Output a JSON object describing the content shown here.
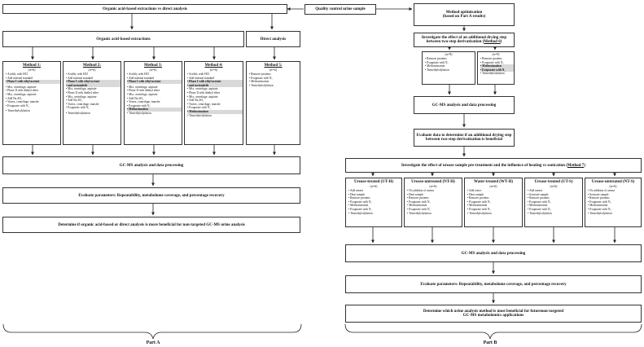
{
  "qc_sample": "Quality control urine sample",
  "part_a": {
    "top_title": "Organic acid-based extractions vs direct analysis",
    "extractions_title": "Organic acid-based extractions",
    "direct_title": "Direct analysis",
    "methods": [
      {
        "label": "Method 1:",
        "n": "(n=6)",
        "steps": [
          {
            "text": "Acidify with HCl"
          },
          {
            "text": "Add internal standard"
          },
          {
            "text": "Phase I with ethyl acetate",
            "hl": true
          },
          {
            "text": "Mix, centrifuge, aspirate",
            "gap": true
          },
          {
            "text": "Phase II with diethyl ether"
          },
          {
            "text": "Mix, centrifuge, aspirate"
          },
          {
            "text": "Add Na₂SO₄"
          },
          {
            "text": "Vortex, centrifuge, transfer"
          },
          {
            "text": "Evaporate with N₂"
          },
          {
            "text": "Trimethylsilylation",
            "gap": true
          }
        ]
      },
      {
        "label": "Method 2:",
        "n": "(n=6)",
        "steps": [
          {
            "text": "Acidify with HCl"
          },
          {
            "text": "Add internal standard"
          },
          {
            "text": "Phase I with ethyl acetate",
            "hl": true
          },
          {
            "text": "and acetonitrile",
            "hl": true
          },
          {
            "text": "Mix, centrifuge, aspirate"
          },
          {
            "text": "Phase II with diethyl ether"
          },
          {
            "text": "Mix, centrifuge, aspirate"
          },
          {
            "text": "Add Na₂SO₄"
          },
          {
            "text": "Vortex, centrifuge, transfer"
          },
          {
            "text": "Evaporate with N₂"
          },
          {
            "text": "Trimethylsilylation",
            "gap": true
          }
        ]
      },
      {
        "label": "Method 3:",
        "n": "(n=6)",
        "steps": [
          {
            "text": "Acidify with HCl"
          },
          {
            "text": "Add internal standard"
          },
          {
            "text": "Phase I with ethyl acetate",
            "hl": true
          },
          {
            "text": "Mix, centrifuge, aspirate",
            "gap": true
          },
          {
            "text": "Phase II with diethyl ether"
          },
          {
            "text": "Mix, centrifuge, aspirate"
          },
          {
            "text": "Add Na₂SO₄"
          },
          {
            "text": "Vortex, centrifuge, transfer"
          },
          {
            "text": "Evaporate with N₂"
          },
          {
            "text": "Methoximation",
            "hl": true
          },
          {
            "text": "Trimethylsilylation"
          }
        ]
      },
      {
        "label": "Method 4:",
        "n": "(n=6)",
        "steps": [
          {
            "text": "Acidify with HCl"
          },
          {
            "text": "Add internal standard"
          },
          {
            "text": "Phase I with ethyl acetate",
            "hl": true
          },
          {
            "text": "and acetonitrile",
            "hl": true
          },
          {
            "text": "Mix, centrifuge, aspirate"
          },
          {
            "text": "Phase II with diethyl ether"
          },
          {
            "text": "Mix, centrifuge, aspirate"
          },
          {
            "text": "Add Na₂SO₄"
          },
          {
            "text": "Vortex, centrifuge, transfer"
          },
          {
            "text": "Evaporate with N₂"
          },
          {
            "text": "Methoximation",
            "hl": true
          },
          {
            "text": "Trimethylsilylation"
          }
        ]
      },
      {
        "label": "Method 5:",
        "n": "(n=6)",
        "steps": [
          {
            "text": "Remove proteins"
          },
          {
            "text": "Evaporate with N₂"
          },
          {
            "text": "Methoximation"
          },
          {
            "text": "Trimethylsilylation"
          }
        ]
      }
    ],
    "gcms": "GC-MS analysis and data processing",
    "evaluate": "Evaluate parameters: Repeatability, metabolome coverage, and percentage recovery",
    "determine": "Determine if organic acid-based or direct analysis is more beneficial for non-targeted GC-MS urine analysis",
    "label": "Part A"
  },
  "part_b": {
    "optimisation_line1": "Method optimisation",
    "optimisation_line2": "(based on Part A results)",
    "drying_text": "Investigate the effect of an additional drying step between two-step derivatization (",
    "drying_method": "Method 6",
    "close_paren": ")",
    "drying_groups": [
      {
        "n": "(n=9)",
        "steps": [
          {
            "text": "Remove proteins"
          },
          {
            "text": "Evaporate with N₂"
          },
          {
            "text": "Methoximation"
          },
          {
            "text": "Trimethylsilylation"
          }
        ]
      },
      {
        "n": "(n=9)",
        "steps": [
          {
            "text": "Remove proteins"
          },
          {
            "text": "Evaporate with N₂"
          },
          {
            "text": "Methoximation",
            "hl": true
          },
          {
            "text": "Evaporate with N₂",
            "hl": true
          },
          {
            "text": "Trimethylsilylation"
          }
        ]
      }
    ],
    "gcms_1": "GC-MS analysis and data processing",
    "evaluate_drying": "Evaluate data to determine if an additional drying step between two-step derivatization is beneficial",
    "urease_text": "Investigate the effect of urease sample pre-treatment and the influence of heating vs sonication (",
    "urease_method": "Method 7",
    "urease_groups": [
      {
        "label": "Urease-treated (UT-H)",
        "n": "(n=6)",
        "steps": [
          {
            "text": "Add urease"
          },
          {
            "text": "Heat sample"
          },
          {
            "text": "Remove proteins"
          },
          {
            "text": "Evaporate with N₂"
          },
          {
            "text": "Methoximation"
          },
          {
            "text": "Evaporate with N₂"
          },
          {
            "text": "Trimethylsilylation"
          }
        ]
      },
      {
        "label": "Urease-untreated (NT-H)",
        "n": "(n=6)",
        "steps": [
          {
            "text": "No addition of urease"
          },
          {
            "text": "Heat sample"
          },
          {
            "text": "Remove proteins"
          },
          {
            "text": "Evaporate with N₂"
          },
          {
            "text": "Methoximation"
          },
          {
            "text": "Evaporate with N₂"
          },
          {
            "text": "Trimethylsilylation"
          }
        ]
      },
      {
        "label": "Water-treated (WT-H)",
        "n": "(n=6)",
        "steps": [
          {
            "text": "Add water"
          },
          {
            "text": "Heat sample"
          },
          {
            "text": "Remove proteins"
          },
          {
            "text": "Evaporate with N₂"
          },
          {
            "text": "Methoximation"
          },
          {
            "text": "Evaporate with N₂"
          },
          {
            "text": "Trimethylsilylation"
          }
        ]
      },
      {
        "label": "Urease-treated (UT-S)",
        "n": "(n=6)",
        "steps": [
          {
            "text": "Add urease"
          },
          {
            "text": "Sonicate sample"
          },
          {
            "text": "Remove proteins"
          },
          {
            "text": "Evaporate with N₂"
          },
          {
            "text": "Methoximation"
          },
          {
            "text": "Evaporate with N₂"
          },
          {
            "text": "Trimethylsilylation"
          }
        ]
      },
      {
        "label": "Urease-untreated (NT-S)",
        "n": "(n=6)",
        "steps": [
          {
            "text": "No addition of urease"
          },
          {
            "text": "Sonicate sample"
          },
          {
            "text": "Remove proteins"
          },
          {
            "text": "Evaporate with N₂"
          },
          {
            "text": "Methoximation"
          },
          {
            "text": "Evaporate with N₂"
          },
          {
            "text": "Trimethylsilylation"
          }
        ]
      }
    ],
    "gcms_2": "GC-MS analysis and data processing",
    "evaluate": "Evaluate parameters: Repeatability, metabolome coverage, and percentage recovery",
    "determine_line1": "Determine which urine analysis method is most beneficial for futurenon-targeted",
    "determine_line2": "GC-MS metabolomics applications",
    "label": "Part B"
  }
}
